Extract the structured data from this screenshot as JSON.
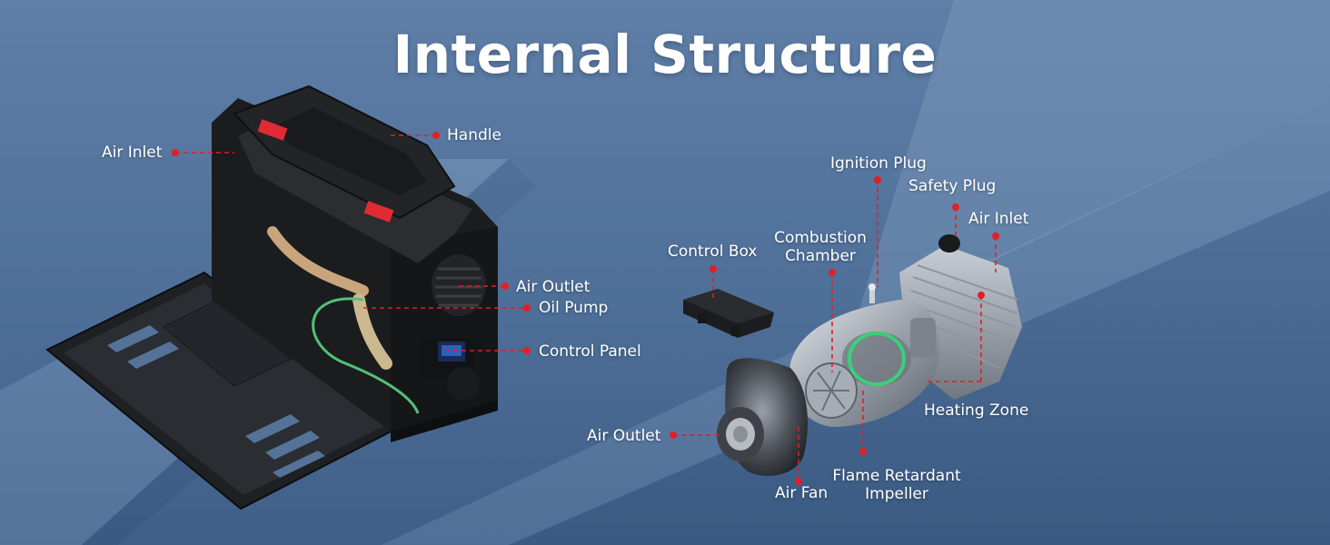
{
  "title": "Internal Structure",
  "left_labels": {
    "air_inlet": "Air Inlet",
    "handle": "Handle",
    "air_outlet": "Air Outlet",
    "oil_pump": "Oil Pump",
    "control_panel": "Control Panel"
  },
  "right_labels": {
    "ignition_plug": "Ignition Plug",
    "safety_plug": "Safety Plug",
    "air_inlet": "Air Inlet",
    "control_box": "Control Box",
    "combustion_chamber_1": "Combustion",
    "combustion_chamber_2": "Chamber",
    "air_outlet": "Air Outlet",
    "heating_zone": "Heating Zone",
    "flame_retardant_impeller_1": "Flame Retardant",
    "flame_retardant_impeller_2": "Impeller",
    "air_fan": "Air Fan"
  },
  "colors": {
    "leader_line": "#e01f26",
    "label_text": "#ffffff",
    "background": "#4e6f98"
  }
}
